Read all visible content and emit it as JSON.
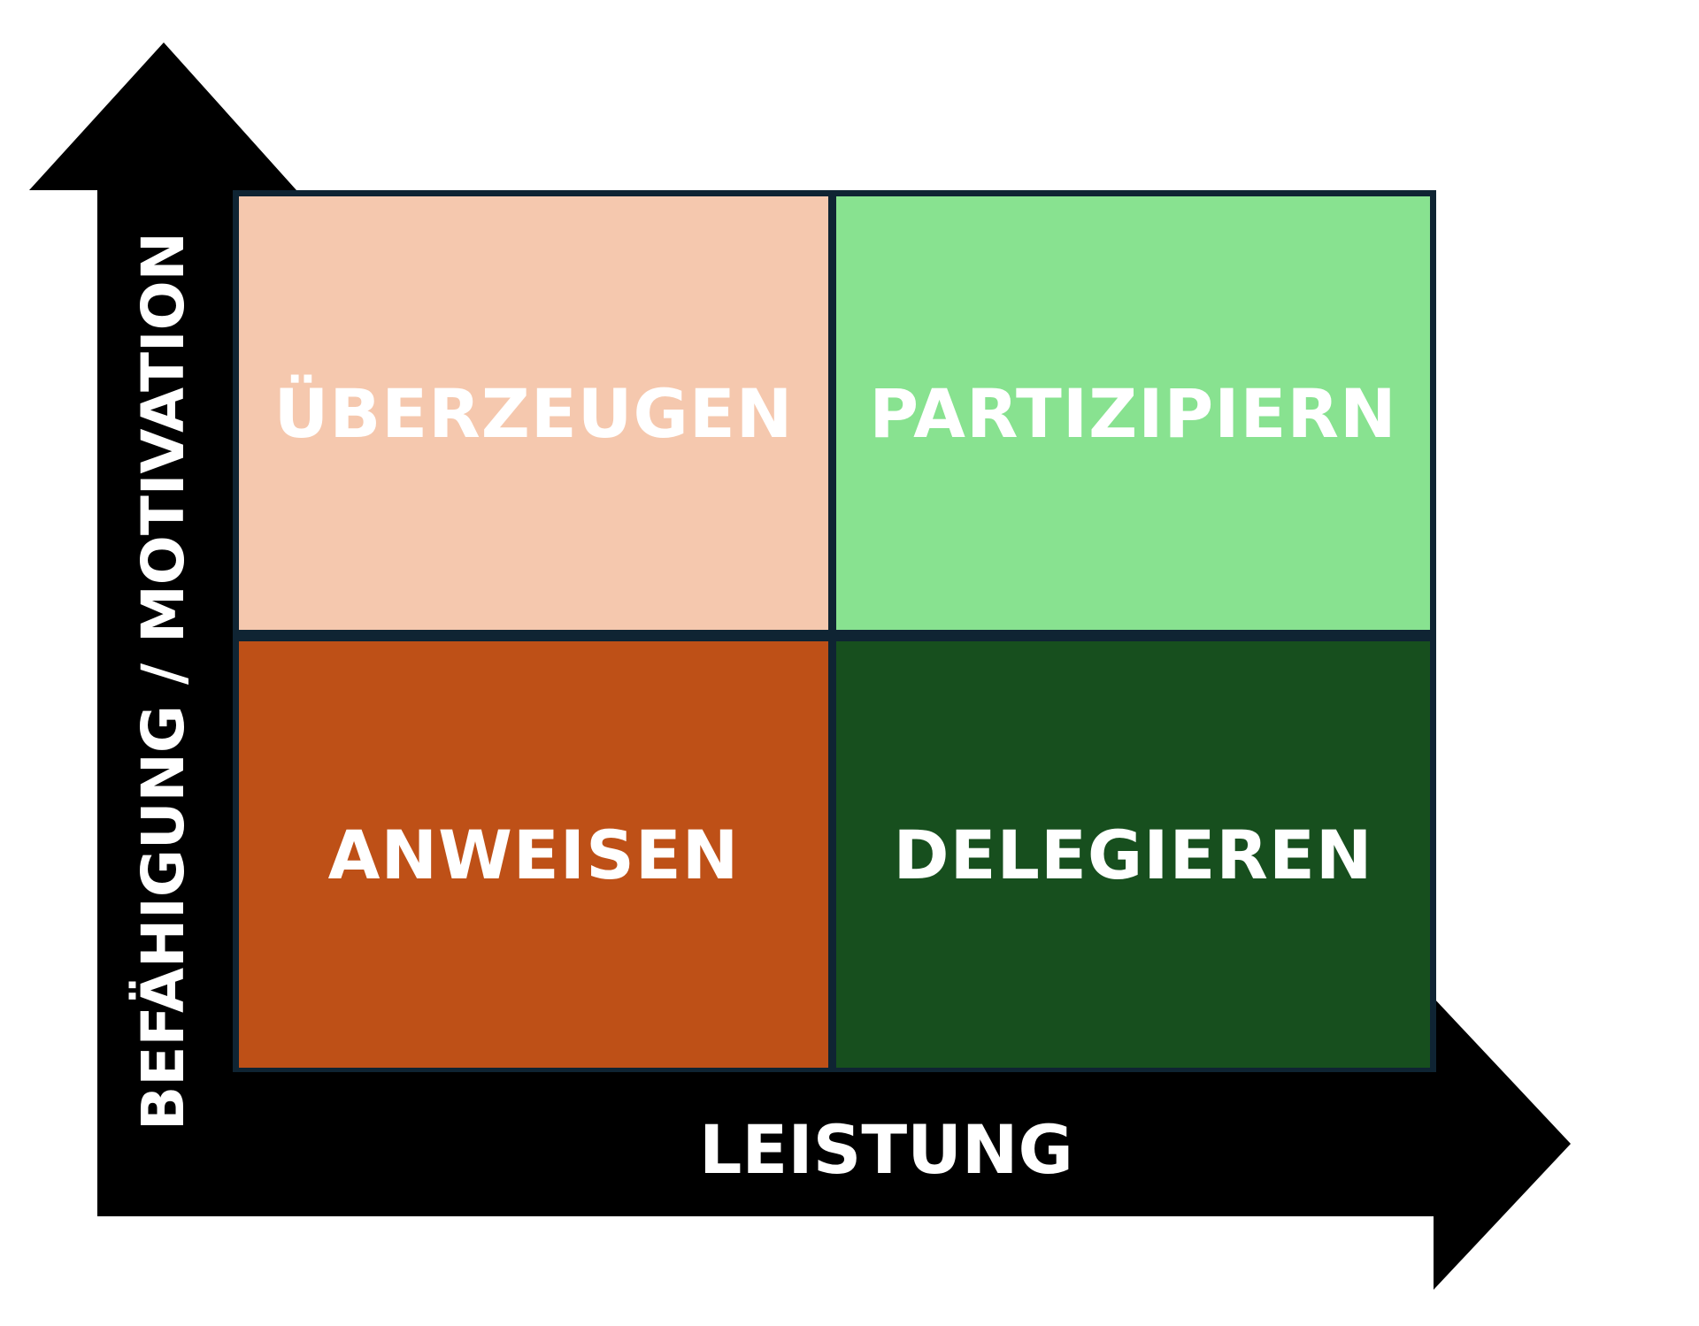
{
  "quadrants": {
    "top_left": {
      "label": "ÜBERZEUGEN",
      "color": "#f5c8ae"
    },
    "top_right": {
      "label": "PARTIZIPIERN",
      "color": "#88e290"
    },
    "bottom_left": {
      "label": "ANWEISEN",
      "color": "#be5017"
    },
    "bottom_right": {
      "label": "DELEGIEREN",
      "color": "#174f1e"
    }
  },
  "axes": {
    "x_label": "LEISTUNG",
    "y_label": "BEFÄHIGUNG / MOTIVATION",
    "arrow_color": "#000000",
    "grid_border_color": "#0f2433"
  }
}
